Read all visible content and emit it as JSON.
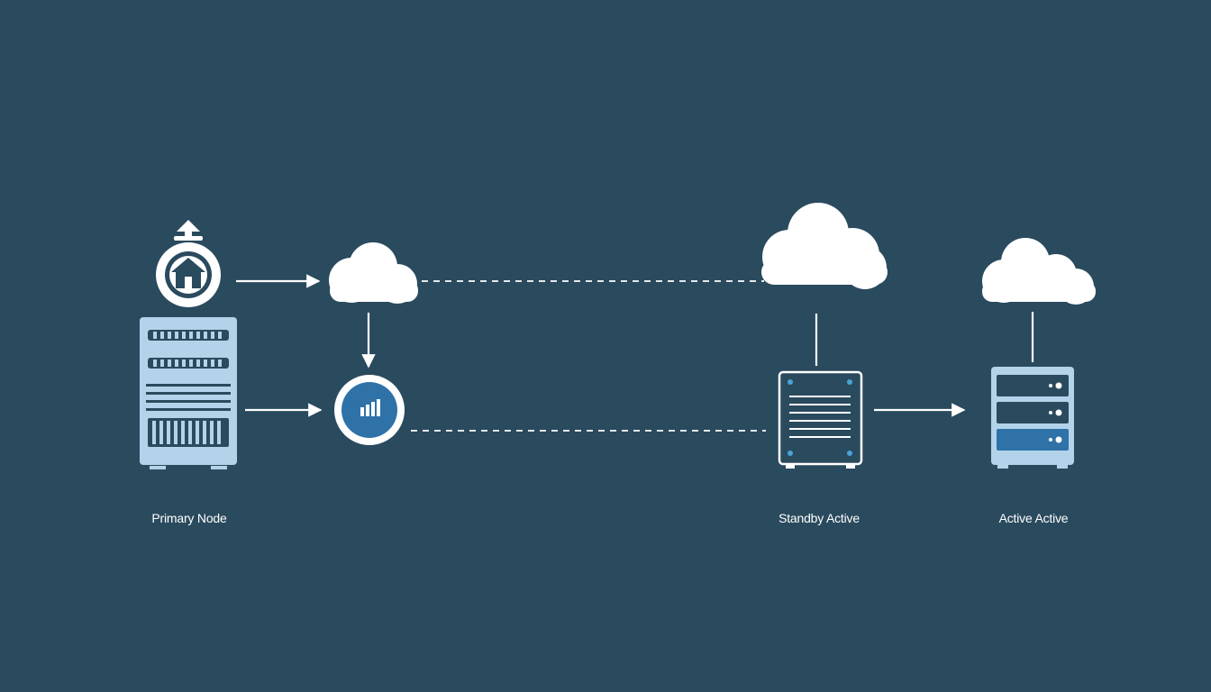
{
  "colors": {
    "background": "#2a4a5e",
    "foreground": "#ffffff",
    "server_light": "#b3d3ea",
    "server_dark": "#2a4a5e",
    "accent_blue": "#2e72a8",
    "accent_dot": "#4aa3d8"
  },
  "nodes": {
    "primary": {
      "label": "Primary Node",
      "icons": [
        "home-timer-icon",
        "server-rack-icon"
      ]
    },
    "standby": {
      "label": "Standby Active",
      "icons": [
        "cloud-icon",
        "server-panel-icon"
      ]
    },
    "active": {
      "label": "Active Active",
      "icons": [
        "cloud-icon",
        "server-stack-icon"
      ]
    }
  },
  "middle": {
    "icons": [
      "cloud-icon",
      "switch-icon"
    ]
  },
  "connectors": [
    {
      "from": "home-timer-icon",
      "to": "cloud-icon",
      "style": "solid-arrow"
    },
    {
      "from": "server-rack-icon",
      "to": "switch-icon",
      "style": "solid-arrow"
    },
    {
      "from": "cloud-icon",
      "to": "switch-icon",
      "style": "solid-arrow"
    },
    {
      "from": "cloud-icon",
      "to": "standby-cloud-icon",
      "style": "dashed"
    },
    {
      "from": "switch-icon",
      "to": "server-panel-icon",
      "style": "dashed"
    },
    {
      "from": "standby-cloud-icon",
      "to": "server-panel-icon",
      "style": "solid-line"
    },
    {
      "from": "server-panel-icon",
      "to": "server-stack-icon",
      "style": "solid-arrow"
    },
    {
      "from": "active-cloud-icon",
      "to": "server-stack-icon",
      "style": "solid-line"
    }
  ]
}
